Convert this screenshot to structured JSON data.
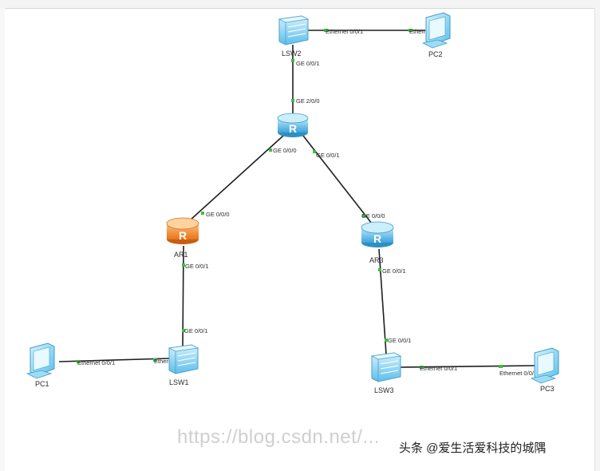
{
  "devices": {
    "lsw2": "LSW2",
    "pc2": "PC2",
    "ar1": "AR1",
    "ar3": "AR3",
    "pc1": "PC1",
    "lsw1": "LSW1",
    "lsw3": "LSW3",
    "pc3": "PC3"
  },
  "ports": {
    "lsw2_pc2": "Ethernet 0/0/1",
    "pc2_lsw2": "Ethernet 0/0/1",
    "lsw2_down": "GE 0/0/1",
    "core_up": "GE 2/0/0",
    "core_left": "GE 0/0/0",
    "core_right": "GE 0/0/1",
    "ar1_up": "GE 0/0/0",
    "ar1_down": "GE 0/0/1",
    "ar3_up": "GE 0/0/0",
    "ar3_down": "GE 0/0/1",
    "lsw1_up": "GE 0/0/1",
    "pc1_lsw1": "Ethernet 0/0/1",
    "lsw1_pc1": "Ethernet 0/0/1",
    "lsw3_up": "GE 0/0/1",
    "lsw3_pc3": "Ethernet 0/0/1",
    "pc3_lsw3": "Ethernet 0/0/1"
  },
  "watermark": "https://blog.csdn.net/...",
  "source_badge": "头条 @爱生活爱科技的城隅",
  "colors": {
    "router_blue": "#5db8e6",
    "router_orange": "#f0892a",
    "switch_blue": "#7fd0f2",
    "pc_blue": "#8fd6f5",
    "link": "#1f1f1f",
    "port_indicator": "#39c239"
  }
}
